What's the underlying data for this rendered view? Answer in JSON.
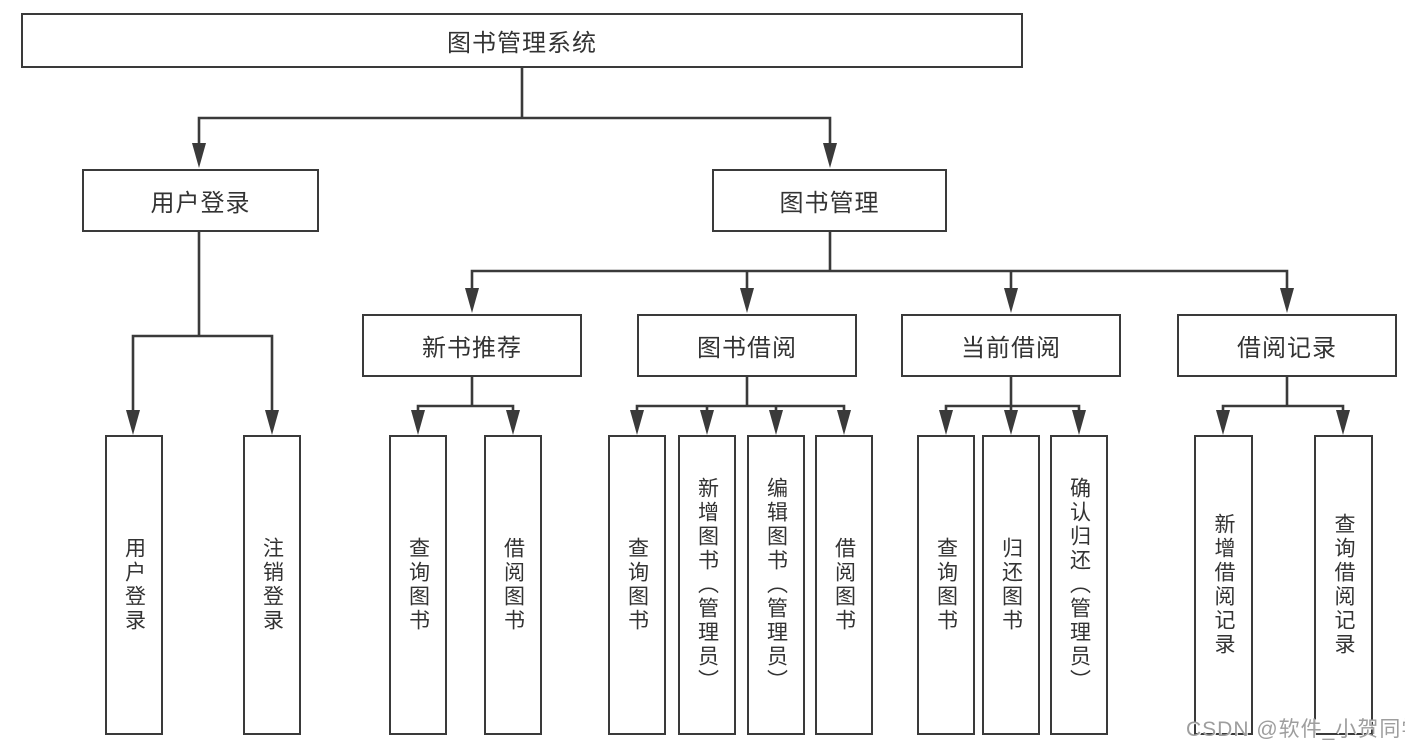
{
  "colors": {
    "line": "#3a3a3a",
    "box_border": "#3a3a3a",
    "text": "#333333",
    "watermark_text": "#9e9e9e",
    "background": "#ffffff"
  },
  "tree": {
    "label": "图书管理系统",
    "children": [
      {
        "label": "用户登录",
        "children": [
          {
            "label": "用户登录"
          },
          {
            "label": "注销登录"
          }
        ]
      },
      {
        "label": "图书管理",
        "children": [
          {
            "label": "新书推荐",
            "children": [
              {
                "label": "查询图书"
              },
              {
                "label": "借阅图书"
              }
            ]
          },
          {
            "label": "图书借阅",
            "children": [
              {
                "label": "查询图书"
              },
              {
                "label": "新增图书（管理员）"
              },
              {
                "label": "编辑图书（管理员）"
              },
              {
                "label": "借阅图书"
              }
            ]
          },
          {
            "label": "当前借阅",
            "children": [
              {
                "label": "查询图书"
              },
              {
                "label": "归还图书"
              },
              {
                "label": "确认归还（管理员）"
              }
            ]
          },
          {
            "label": "借阅记录",
            "children": [
              {
                "label": "新增借阅记录"
              },
              {
                "label": "查询借阅记录"
              }
            ]
          }
        ]
      }
    ]
  },
  "watermark": {
    "text": "CSDN @软件_小贺同学"
  }
}
